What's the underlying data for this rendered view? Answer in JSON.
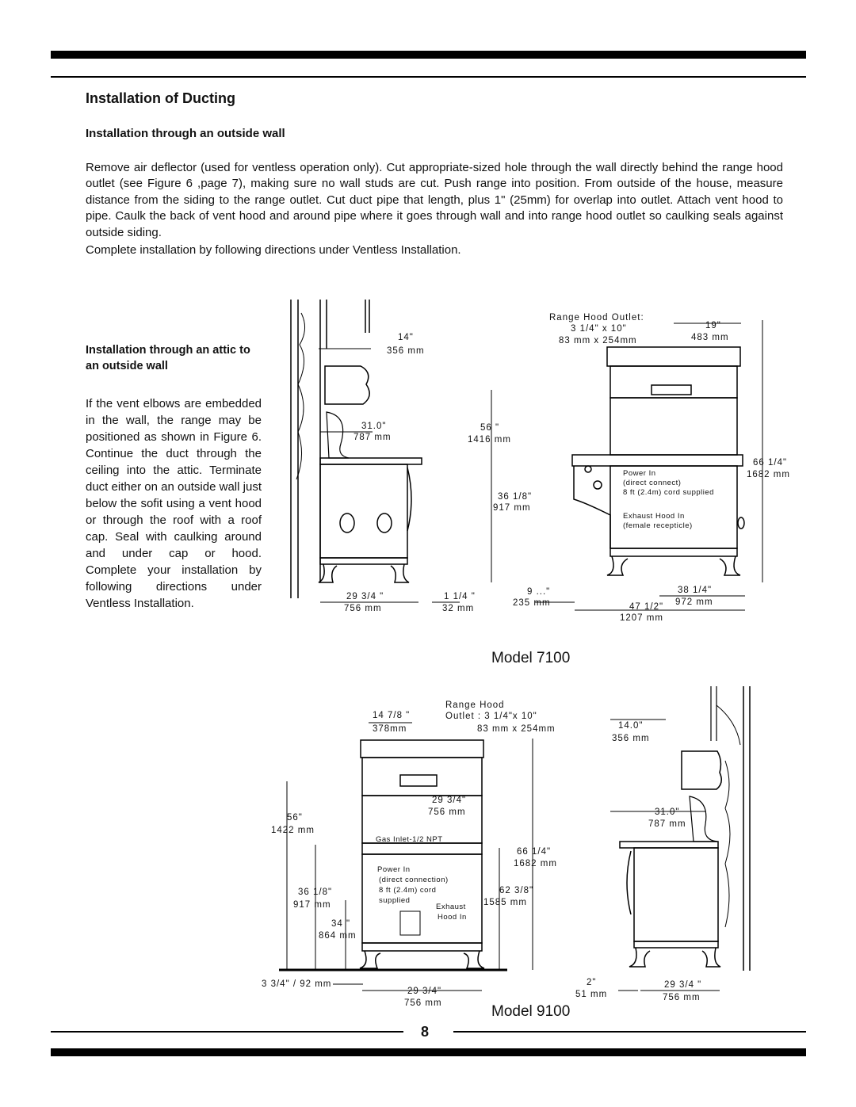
{
  "heading": "Installation of Ducting",
  "subheading": "Installation through an outside wall",
  "paragraph1": "Remove air deflector (used for ventless operation only). Cut appropriate-sized hole through the wall directly behind the range hood outlet (see Figure 6 ,page 7), making sure no wall studs are cut. Push range into position. From outside of the house, measure distance from the siding to the range outlet. Cut duct pipe that length, plus 1\" (25mm) for overlap into outlet. Attach vent hood to pipe. Caulk the back of vent hood and around pipe where it goes through wall and into range hood outlet so caulking seals against outside siding.",
  "paragraph2": "Complete installation by following directions under Ventless Installation.",
  "attic_heading": "Installation through an attic to an outside wall",
  "attic_paragraph": "If the vent elbows are embedded in the wall, the range may be positioned as shown in Figure 6. Continue the duct through the ceiling into the attic. Terminate duct either on an outside wall just below the sofit using a vent hood or through the roof with a roof cap. Seal with caulking around and under cap or hood. Complete your installation by following directions under Ventless Installation.",
  "model_7100": {
    "title": "Model 7100",
    "side": {
      "d14in": "14\"",
      "d14mm": "356 mm",
      "d31in": "31.0\"",
      "d31mm": "787 mm",
      "d56in": "56 \"",
      "d56mm": "1416 mm",
      "d36in": "36 1/8\"",
      "d36mm": "917 mm",
      "d29in": "29 3/4 \"",
      "d29mm": "756 mm",
      "d1in": "1 1/4 \"",
      "d1mm": "32 mm"
    },
    "front": {
      "outlet_label": "Range Hood Outlet:",
      "outlet_in": "3 1/4\" x 10\"",
      "outlet_mm": "83 mm x 254mm",
      "d19in": "19\"",
      "d19mm": "483 mm",
      "d66in": "66 1/4\"",
      "d66mm": "1682 mm",
      "power_in": "Power In",
      "power_sub1": "(direct connect)",
      "power_sub2": "8 ft (2.4m) cord supplied",
      "exhaust": "Exhaust Hood In",
      "exhaust_sub": "(female recepticle)",
      "d9in": "9 ...\"",
      "d9mm": "235 mm",
      "d47in": "47 1/2\"",
      "d47mm": "1207 mm",
      "d38in": "38 1/4\"",
      "d38mm": "972 mm"
    }
  },
  "model_9100": {
    "title": "Model 9100",
    "front": {
      "d14in": "14 7/8 \"",
      "d14mm": "378mm",
      "outlet_label": "Range Hood",
      "outlet_in": "Outlet : 3 1/4\"x 10\"",
      "outlet_mm": "83 mm x 254mm",
      "d29in": "29 3/4\"",
      "d29mm": "756 mm",
      "d56in": "56\"",
      "d56mm": "1422 mm",
      "gas": "Gas Inlet-1/2 NPT",
      "d66in": "66 1/4\"",
      "d66mm": "1682 mm",
      "power_in": "Power In",
      "power_sub1": "(direct connection)",
      "power_sub2": "8 ft (2.4m) cord",
      "power_sub3": "supplied",
      "exhaust1": "Exhaust",
      "exhaust2": "Hood In",
      "d62in": "62 3/8\"",
      "d62mm": "1585 mm",
      "d36in": "36 1/8\"",
      "d36mm": "917 mm",
      "d34in": "34 \"",
      "d34mm": "864 mm",
      "d3in": "3 3/4\" / 92 mm",
      "d29bin": "29 3/4\"",
      "d29bmm": "756 mm"
    },
    "side": {
      "d14in": "14.0\"",
      "d14mm": "356 mm",
      "d31in": "31.0\"",
      "d31mm": "787 mm",
      "d2in": "2\"",
      "d2mm": "51 mm",
      "d29in": "29 3/4 \"",
      "d29mm": "756 mm"
    }
  },
  "page_number": "8"
}
